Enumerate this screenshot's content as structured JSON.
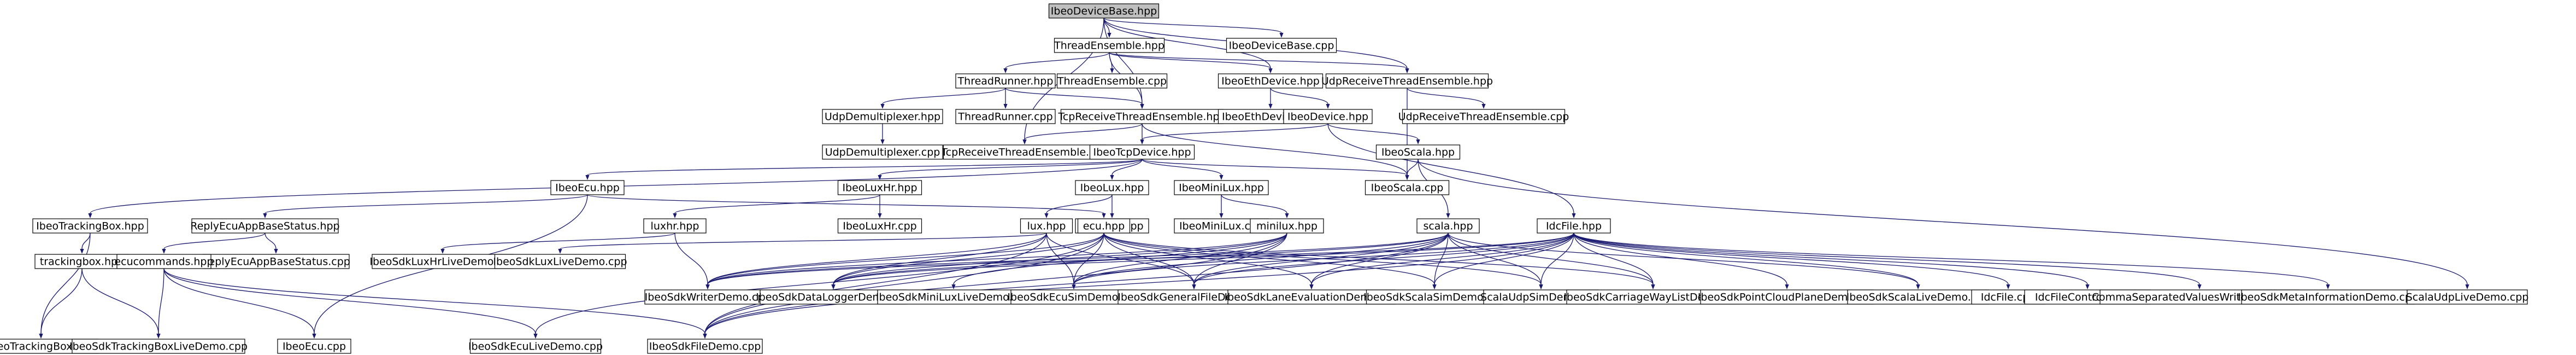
{
  "nodes": [
    {
      "id": "idevbase_h",
      "label": "IbeoDeviceBase.hpp",
      "root": true
    },
    {
      "id": "idevbase_cpp",
      "label": "IbeoDeviceBase.cpp"
    },
    {
      "id": "thread_ens_h",
      "label": "ThreadEnsemble.hpp"
    },
    {
      "id": "thread_ens_cpp",
      "label": "ThreadEnsemble.cpp"
    },
    {
      "id": "thread_runner_h",
      "label": "ThreadRunner.hpp"
    },
    {
      "id": "thread_runner_cpp",
      "label": "ThreadRunner.cpp"
    },
    {
      "id": "tcp_recv_h",
      "label": "TcpReceiveThreadEnsemble.hpp"
    },
    {
      "id": "tcp_recv_cpp",
      "label": "TcpReceiveThreadEnsemble.cpp"
    },
    {
      "id": "udp_demux_h",
      "label": "UdpDemultiplexer.hpp"
    },
    {
      "id": "udp_demux_cpp",
      "label": "UdpDemultiplexer.cpp"
    },
    {
      "id": "ieth_h",
      "label": "IbeoEthDevice.hpp"
    },
    {
      "id": "ieth_cpp",
      "label": "IbeoEthDevice.cpp"
    },
    {
      "id": "udp_recv_h",
      "label": "UdpReceiveThreadEnsemble.hpp"
    },
    {
      "id": "udp_recv_cpp",
      "label": "UdpReceiveThreadEnsemble.cpp"
    },
    {
      "id": "idev_h",
      "label": "IbeoDevice.hpp"
    },
    {
      "id": "itcp_h",
      "label": "IbeoTcpDevice.hpp"
    },
    {
      "id": "iscala_h",
      "label": "IbeoScala.hpp"
    },
    {
      "id": "iscala_cpp",
      "label": "IbeoScala.cpp"
    },
    {
      "id": "iecu_h",
      "label": "IbeoEcu.hpp"
    },
    {
      "id": "iluxhr_h",
      "label": "IbeoLuxHr.hpp"
    },
    {
      "id": "iluxhr_cpp",
      "label": "IbeoLuxHr.cpp"
    },
    {
      "id": "ilux_h",
      "label": "IbeoLux.hpp"
    },
    {
      "id": "ilux_cpp",
      "label": "IbeoLux.cpp"
    },
    {
      "id": "iminilux_h",
      "label": "IbeoMiniLux.hpp"
    },
    {
      "id": "iminilux_cpp",
      "label": "IbeoMiniLux.cpp"
    },
    {
      "id": "itrack_h",
      "label": "IbeoTrackingBox.hpp"
    },
    {
      "id": "itrack_cpp",
      "label": "IbeoTrackingBox.cpp"
    },
    {
      "id": "replyecu_h",
      "label": "ReplyEcuAppBaseStatus.hpp"
    },
    {
      "id": "replyecu_cpp",
      "label": "ReplyEcuAppBaseStatus.cpp"
    },
    {
      "id": "tbox_h",
      "label": "trackingbox.hpp"
    },
    {
      "id": "ecucmd_h",
      "label": "ecucommands.hpp"
    },
    {
      "id": "iecu_cpp",
      "label": "IbeoEcu.cpp"
    },
    {
      "id": "luxhr_h",
      "label": "luxhr.hpp"
    },
    {
      "id": "lux_h",
      "label": "lux.hpp"
    },
    {
      "id": "ecu_h",
      "label": "ecu.hpp"
    },
    {
      "id": "minilux_h",
      "label": "minilux.hpp"
    },
    {
      "id": "scala_h",
      "label": "scala.hpp"
    },
    {
      "id": "idc_h",
      "label": "IdcFile.hpp"
    },
    {
      "id": "d_luxhrlive",
      "label": "IbeoSdkLuxHrLiveDemo.cpp"
    },
    {
      "id": "d_luxlive",
      "label": "IbeoSdkLuxLiveDemo.cpp"
    },
    {
      "id": "d_writer",
      "label": "IbeoSdkWriterDemo.cpp"
    },
    {
      "id": "d_datalogger",
      "label": "IbeoSdkDataLoggerDemo.cpp"
    },
    {
      "id": "d_minilive",
      "label": "IbeoSdkMiniLuxLiveDemo.cpp"
    },
    {
      "id": "d_ecusim",
      "label": "IbeoSdkEcuSimDemo.cpp"
    },
    {
      "id": "d_generalfile",
      "label": "IbeoSdkGeneralFileDemo.cpp"
    },
    {
      "id": "d_laneeval",
      "label": "IbeoSdkLaneEvaluationDemo.cpp"
    },
    {
      "id": "d_scalasim",
      "label": "IbeoSdkScalaSimDemo.cpp"
    },
    {
      "id": "d_scalaudpsim",
      "label": "ScalaUdpSimDemo.cpp"
    },
    {
      "id": "d_carriageway",
      "label": "IbeoSdkCarriageWayListDemo.cpp"
    },
    {
      "id": "d_pointcloud",
      "label": "IbeoSdkPointCloudPlaneDemo.cpp"
    },
    {
      "id": "d_scalalive",
      "label": "IbeoSdkScalaLiveDemo.cpp"
    },
    {
      "id": "idc_cpp",
      "label": "IdcFile.cpp"
    },
    {
      "id": "idcctrl_cpp",
      "label": "IdcFileController.cpp"
    },
    {
      "id": "csv_writer",
      "label": "CommaSeparatedValuesWriter Demo.cpp"
    },
    {
      "id": "d_metainfo",
      "label": "IbeoSdkMetaInformationDemo.cpp"
    },
    {
      "id": "d_scalaudplive",
      "label": "ScalaUdpLiveDemo.cpp"
    },
    {
      "id": "d_trackingboxlive",
      "label": "IbeoSdkTrackingBoxLiveDemo.cpp"
    },
    {
      "id": "d_ecuslive",
      "label": "IbeoSdkEcuLiveDemo.cpp"
    },
    {
      "id": "d_file",
      "label": "IbeoSdkFileDemo.cpp"
    }
  ],
  "edges": [
    [
      "idevbase_h",
      "idevbase_cpp"
    ],
    [
      "idevbase_h",
      "thread_ens_h"
    ],
    [
      "idevbase_h",
      "ieth_h"
    ],
    [
      "idevbase_h",
      "udp_recv_h"
    ],
    [
      "idevbase_h",
      "tcp_recv_h"
    ],
    [
      "idevbase_h",
      "tcp_recv_cpp"
    ],
    [
      "thread_ens_h",
      "thread_ens_cpp"
    ],
    [
      "thread_ens_h",
      "thread_runner_h"
    ],
    [
      "thread_ens_h",
      "ieth_h"
    ],
    [
      "thread_ens_h",
      "udp_recv_h"
    ],
    [
      "thread_ens_h",
      "tcp_recv_h"
    ],
    [
      "thread_runner_h",
      "thread_runner_cpp"
    ],
    [
      "thread_runner_h",
      "tcp_recv_h"
    ],
    [
      "thread_runner_h",
      "udp_demux_h"
    ],
    [
      "udp_demux_h",
      "udp_demux_cpp"
    ],
    [
      "tcp_recv_h",
      "tcp_recv_cpp"
    ],
    [
      "tcp_recv_h",
      "itcp_h"
    ],
    [
      "tcp_recv_h",
      "iscala_cpp"
    ],
    [
      "ieth_h",
      "ieth_cpp"
    ],
    [
      "ieth_h",
      "idev_h"
    ],
    [
      "udp_recv_h",
      "udp_recv_cpp"
    ],
    [
      "udp_recv_h",
      "iscala_cpp"
    ],
    [
      "idev_h",
      "itcp_h"
    ],
    [
      "idev_h",
      "iscala_h"
    ],
    [
      "idev_h",
      "idc_h"
    ],
    [
      "iscala_h",
      "iscala_cpp"
    ],
    [
      "iscala_h",
      "scala_h"
    ],
    [
      "iscala_h",
      "d_scalaudplive"
    ],
    [
      "itcp_h",
      "iecu_h"
    ],
    [
      "itcp_h",
      "iluxhr_h"
    ],
    [
      "itcp_h",
      "ilux_h"
    ],
    [
      "itcp_h",
      "iminilux_h"
    ],
    [
      "itcp_h",
      "itrack_h"
    ],
    [
      "itcp_h",
      "iscala_cpp"
    ],
    [
      "iecu_h",
      "replyecu_h"
    ],
    [
      "iecu_h",
      "iecu_cpp"
    ],
    [
      "iecu_h",
      "ecu_h"
    ],
    [
      "iluxhr_h",
      "iluxhr_cpp"
    ],
    [
      "iluxhr_h",
      "luxhr_h"
    ],
    [
      "ilux_h",
      "ilux_cpp"
    ],
    [
      "ilux_h",
      "lux_h"
    ],
    [
      "iminilux_h",
      "iminilux_cpp"
    ],
    [
      "iminilux_h",
      "minilux_h"
    ],
    [
      "itrack_h",
      "tbox_h"
    ],
    [
      "itrack_h",
      "itrack_cpp"
    ],
    [
      "replyecu_h",
      "replyecu_cpp"
    ],
    [
      "replyecu_h",
      "ecucmd_h"
    ],
    [
      "tbox_h",
      "itrack_cpp"
    ],
    [
      "tbox_h",
      "d_trackingboxlive"
    ],
    [
      "ecucmd_h",
      "d_trackingboxlive"
    ],
    [
      "ecucmd_h",
      "iecu_cpp"
    ],
    [
      "ecucmd_h",
      "d_ecuslive"
    ],
    [
      "ecucmd_h",
      "d_file"
    ],
    [
      "luxhr_h",
      "d_luxhrlive"
    ],
    [
      "luxhr_h",
      "d_writer"
    ],
    [
      "lux_h",
      "d_luxlive"
    ],
    [
      "lux_h",
      "d_writer"
    ],
    [
      "lux_h",
      "d_datalogger"
    ],
    [
      "lux_h",
      "d_ecusim"
    ],
    [
      "lux_h",
      "d_generalfile"
    ],
    [
      "lux_h",
      "d_file"
    ],
    [
      "ecu_h",
      "d_writer"
    ],
    [
      "ecu_h",
      "d_datalogger"
    ],
    [
      "ecu_h",
      "d_ecusim"
    ],
    [
      "ecu_h",
      "d_generalfile"
    ],
    [
      "ecu_h",
      "d_laneeval"
    ],
    [
      "ecu_h",
      "d_scalasim"
    ],
    [
      "ecu_h",
      "d_ecuslive"
    ],
    [
      "ecu_h",
      "d_file"
    ],
    [
      "ecu_h",
      "d_scalaudpsim"
    ],
    [
      "ecu_h",
      "d_carriageway"
    ],
    [
      "minilux_h",
      "d_minilive"
    ],
    [
      "minilux_h",
      "d_writer"
    ],
    [
      "minilux_h",
      "d_datalogger"
    ],
    [
      "minilux_h",
      "d_ecusim"
    ],
    [
      "minilux_h",
      "d_generalfile"
    ],
    [
      "minilux_h",
      "d_file"
    ],
    [
      "scala_h",
      "d_writer"
    ],
    [
      "scala_h",
      "d_datalogger"
    ],
    [
      "scala_h",
      "d_ecusim"
    ],
    [
      "scala_h",
      "d_generalfile"
    ],
    [
      "scala_h",
      "d_laneeval"
    ],
    [
      "scala_h",
      "d_scalasim"
    ],
    [
      "scala_h",
      "d_scalaudpsim"
    ],
    [
      "scala_h",
      "d_carriageway"
    ],
    [
      "scala_h",
      "d_scalalive"
    ],
    [
      "scala_h",
      "d_file"
    ],
    [
      "idc_h",
      "d_writer"
    ],
    [
      "idc_h",
      "d_datalogger"
    ],
    [
      "idc_h",
      "d_ecusim"
    ],
    [
      "idc_h",
      "d_generalfile"
    ],
    [
      "idc_h",
      "d_laneeval"
    ],
    [
      "idc_h",
      "d_scalasim"
    ],
    [
      "idc_h",
      "d_scalaudpsim"
    ],
    [
      "idc_h",
      "d_carriageway"
    ],
    [
      "idc_h",
      "d_pointcloud"
    ],
    [
      "idc_h",
      "d_scalalive"
    ],
    [
      "idc_h",
      "idc_cpp"
    ],
    [
      "idc_h",
      "idcctrl_cpp"
    ],
    [
      "idc_h",
      "csv_writer"
    ],
    [
      "idc_h",
      "d_metainfo"
    ],
    [
      "idc_h",
      "d_file"
    ]
  ]
}
